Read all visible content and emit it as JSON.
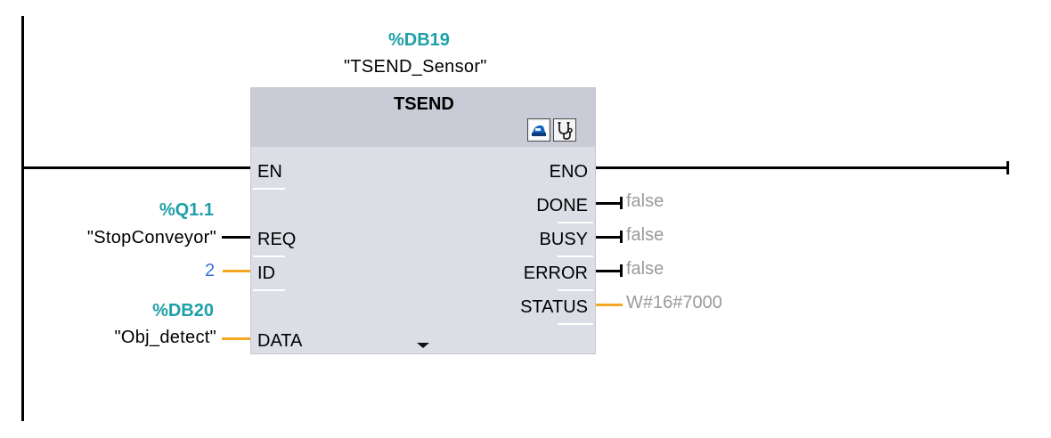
{
  "block": {
    "instance_address": "%DB19",
    "instance_name": "\"TSEND_Sensor\"",
    "type_name": "TSEND",
    "icons": [
      "setup-icon",
      "diagnostics-icon"
    ]
  },
  "inputs": {
    "en": {
      "pin": "EN"
    },
    "req": {
      "pin": "REQ",
      "address": "%Q1.1",
      "symbol": "\"StopConveyor\""
    },
    "id": {
      "pin": "ID",
      "value": "2"
    },
    "data": {
      "pin": "DATA",
      "address": "%DB20",
      "symbol": "\"Obj_detect\""
    }
  },
  "outputs": {
    "eno": {
      "pin": "ENO"
    },
    "done": {
      "pin": "DONE",
      "value": "false"
    },
    "busy": {
      "pin": "BUSY",
      "value": "false"
    },
    "error": {
      "pin": "ERROR",
      "value": "false"
    },
    "status": {
      "pin": "STATUS",
      "value": "W#16#7000"
    }
  },
  "colors": {
    "address": "#1fa0a8",
    "constant": "#3a6fd8",
    "monitor_value": "#9a9a9a",
    "bool_wire": "#000000",
    "data_wire": "#f5a623",
    "block_body": "#dcdee6",
    "block_header": "#c9ccd6"
  }
}
